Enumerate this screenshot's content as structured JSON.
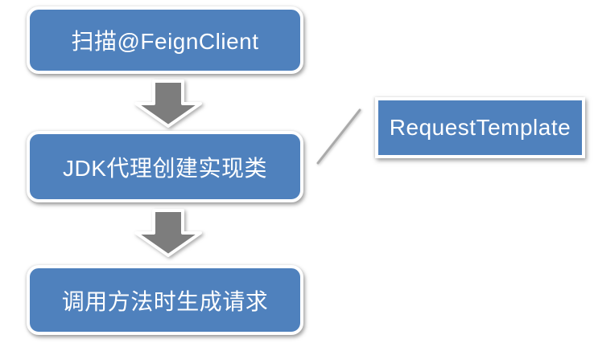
{
  "colors": {
    "node-fill": "#4f81bd",
    "node-border": "#ffffff",
    "node-text": "#ffffff",
    "arrow-fill": "#7d7d7d",
    "connector": "#aaaaaa",
    "background": "#ffffff"
  },
  "diagram": {
    "type": "flowchart",
    "nodes": [
      {
        "id": "scan-feignclient",
        "label": "扫描@FeignClient",
        "shape": "rounded-rectangle"
      },
      {
        "id": "jdk-proxy-create-impl",
        "label": "JDK代理创建实现类",
        "shape": "rounded-rectangle"
      },
      {
        "id": "invoke-generate-request",
        "label": "调用方法时生成请求",
        "shape": "rounded-rectangle"
      },
      {
        "id": "request-template",
        "label": "RequestTemplate",
        "shape": "rectangle"
      }
    ],
    "edges": [
      {
        "from": "scan-feignclient",
        "to": "jdk-proxy-create-impl",
        "style": "block-arrow-down"
      },
      {
        "from": "jdk-proxy-create-impl",
        "to": "invoke-generate-request",
        "style": "block-arrow-down"
      },
      {
        "from": "jdk-proxy-create-impl",
        "to": "request-template",
        "style": "plain-diagonal-line"
      }
    ]
  }
}
